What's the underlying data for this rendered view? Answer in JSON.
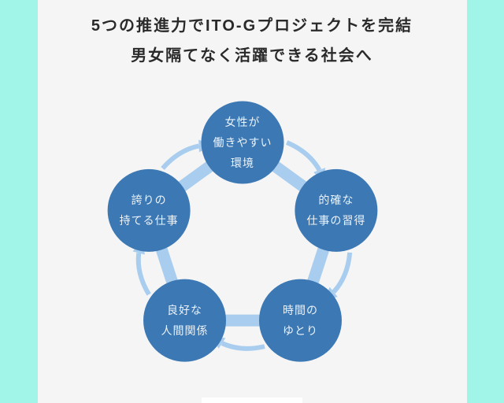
{
  "title": {
    "line1": "5つの推進力でITO-Gプロジェクトを完結",
    "line2": "男女隔てなく活躍できる社会へ"
  },
  "diagram": {
    "type": "cycle",
    "flow_direction": "clockwise",
    "nodes": [
      {
        "position": "top",
        "label": "女性が\n働きやすい\n環境"
      },
      {
        "position": "right",
        "label": "的確な\n仕事の習得"
      },
      {
        "position": "bottom-right",
        "label": "時間の\nゆとり"
      },
      {
        "position": "bottom-left",
        "label": "良好な\n人間関係"
      },
      {
        "position": "left",
        "label": "誇りの\n持てる仕事"
      }
    ]
  },
  "colors": {
    "node_fill": "#3b78b4",
    "node_text": "#ecf3fa",
    "band": "#a9cdee",
    "arrow": "#a9cdee",
    "panel_background": "#f5f5f5",
    "outer_background": "#a0f5e8",
    "title_text": "#2a2a2a",
    "bottom_strip": "#ffffff"
  }
}
